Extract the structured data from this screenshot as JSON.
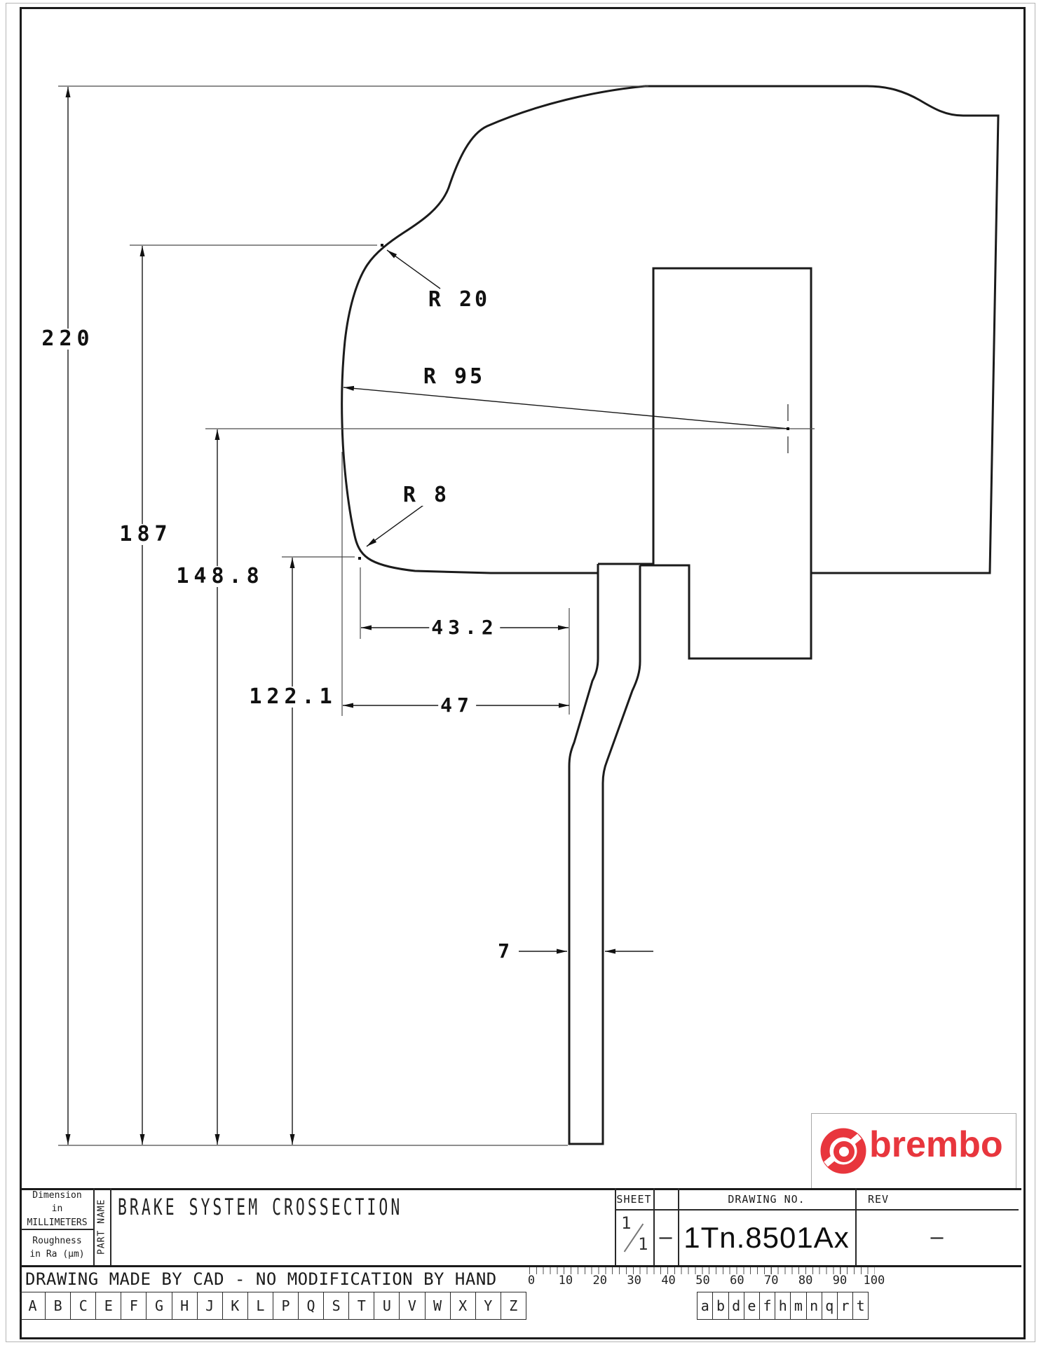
{
  "colors": {
    "line": "#1b1b1b",
    "brembo_red": "#e8363d"
  },
  "dimensions": {
    "d220": "220",
    "d187": "187",
    "d148_8": "148.8",
    "d122_1": "122.1",
    "d43_2": "43.2",
    "d47": "47",
    "d7": "7",
    "r20": "R 20",
    "r95": "R 95",
    "r8": "R 8"
  },
  "title_block": {
    "dimension_note": [
      "Dimension",
      "in MILLIMETERS"
    ],
    "roughness_note": [
      "Roughness",
      "in Ra (μm)"
    ],
    "part_name_label": "PART NAME",
    "part_title": "BRAKE SYSTEM CROSSECTION",
    "sheet_label": "SHEET",
    "sheet_numerator": "1",
    "sheet_denominator": "1",
    "sheet_rev_dash": "–",
    "drawing_no_label": "DRAWING NO.",
    "drawing_no": "1Tn.8501Ax",
    "rev_label": "REV",
    "rev_value": "–"
  },
  "logo": {
    "text": "brembo"
  },
  "footer": {
    "note": "DRAWING MADE BY CAD - NO MODIFICATION BY HAND",
    "ruler_numbers": [
      "0",
      "10",
      "20",
      "30",
      "40",
      "50",
      "60",
      "70",
      "80",
      "90",
      "100"
    ],
    "letters_upper": [
      "A",
      "B",
      "C",
      "E",
      "F",
      "G",
      "H",
      "J",
      "K",
      "L",
      "P",
      "Q",
      "S",
      "T",
      "U",
      "V",
      "W",
      "X",
      "Y",
      "Z"
    ],
    "letters_lower": [
      "a",
      "b",
      "d",
      "e",
      "f",
      "h",
      "m",
      "n",
      "q",
      "r",
      "t"
    ]
  }
}
